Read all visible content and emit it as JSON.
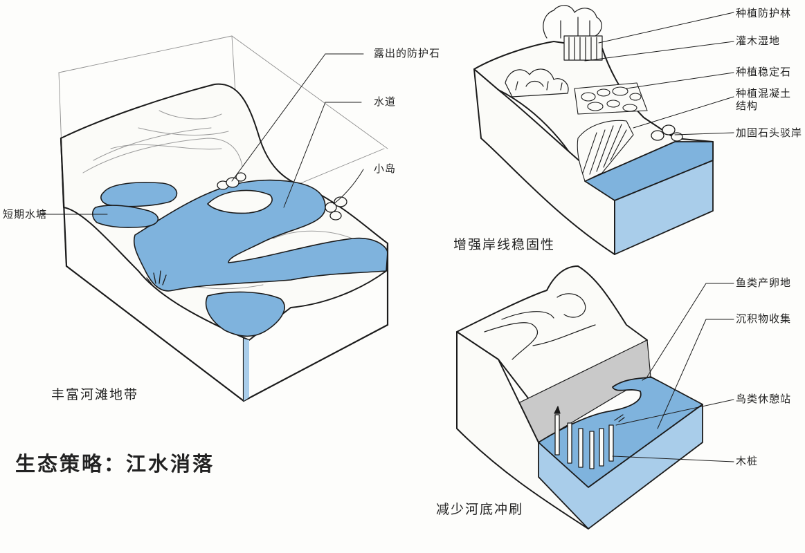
{
  "main_title": "生态策略：江水消落",
  "colors": {
    "ink": "#1b1b1b",
    "water": "#7fb3dd",
    "water_side": "#a9cdea",
    "sediment": "#c9c9c9",
    "contour": "#9a9a9a"
  },
  "panel_a": {
    "caption": "丰富河滩地带",
    "labels": {
      "exposed_riprap": "露出的防护石",
      "channel": "水道",
      "islet": "小岛",
      "seasonal_pond": "短期水塘"
    }
  },
  "panel_b": {
    "caption": "增强岸线稳固性",
    "labels": {
      "windbreak": "种植防护林",
      "shrub_wetland": "灌木湿地",
      "planted_stones": "种植稳定石",
      "planted_concrete": "种植混凝土结构",
      "reinforced_boulders": "加固石头驳岸"
    }
  },
  "panel_c": {
    "caption": "减少河底冲刷",
    "labels": {
      "fish_spawning": "鱼类产卵地",
      "sediment_deposit": "沉积物收集",
      "bird_perch": "鸟类休憩站",
      "timber_piles": "木桩"
    }
  }
}
